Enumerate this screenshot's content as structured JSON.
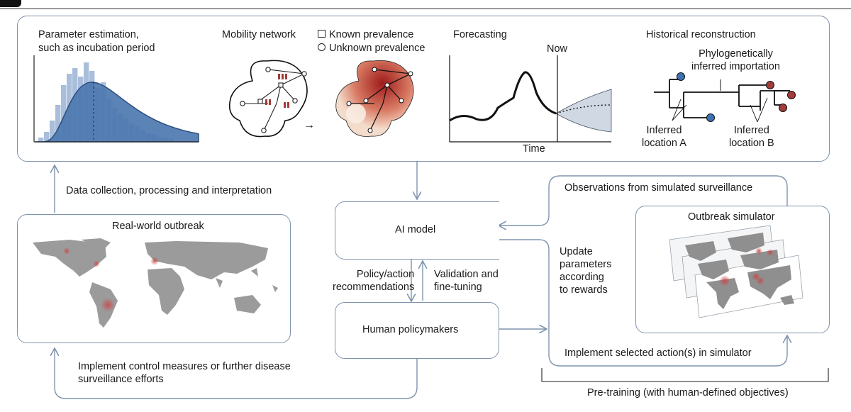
{
  "top_panel": {
    "parameter_title_line1": "Parameter estimation,",
    "parameter_title_line2": "such as incubation period",
    "mobility_title": "Mobility network",
    "legend_known": "Known prevalence",
    "legend_unknown": "Unknown prevalence",
    "forecasting_title": "Forecasting",
    "forecast_now": "Now",
    "forecast_time": "Time",
    "historical_title": "Historical reconstruction",
    "phylo_line1": "Phylogenetically",
    "phylo_line2": "inferred importation",
    "loc_a_line1": "Inferred",
    "loc_a_line2": "location A",
    "loc_b_line1": "Inferred",
    "loc_b_line2": "location B"
  },
  "flow": {
    "data_collection": "Data collection, processing and interpretation",
    "real_world": "Real-world outbreak",
    "ai_model": "AI model",
    "policy_line1": "Policy/action",
    "policy_line2": "recommendations",
    "validation_line1": "Validation and",
    "validation_line2": "fine-tuning",
    "human": "Human policymakers",
    "implement_line1": "Implement control measures or further disease",
    "implement_line2": "surveillance efforts",
    "observations": "Observations from simulated surveillance",
    "simulator": "Outbreak simulator",
    "update_line1": "Update",
    "update_line2": "parameters",
    "update_line3": "according",
    "update_line4": "to rewards",
    "implement_sim": "Implement selected action(s) in simulator",
    "pretraining": "Pre-training (with human-defined objectives)"
  },
  "colors": {
    "wire": "#7f93ad",
    "hist_fill": "#a9bedb",
    "curve_fill": "#4d78b0",
    "node_red": "#a33b3b",
    "node_blue": "#3e72b5",
    "map_land": "#9b9b9b",
    "hotspot": "#c94a4a",
    "uncertainty": "#cfd8e3"
  },
  "icons": [
    "square-marker-icon",
    "circle-marker-icon",
    "arrow-right-icon"
  ]
}
